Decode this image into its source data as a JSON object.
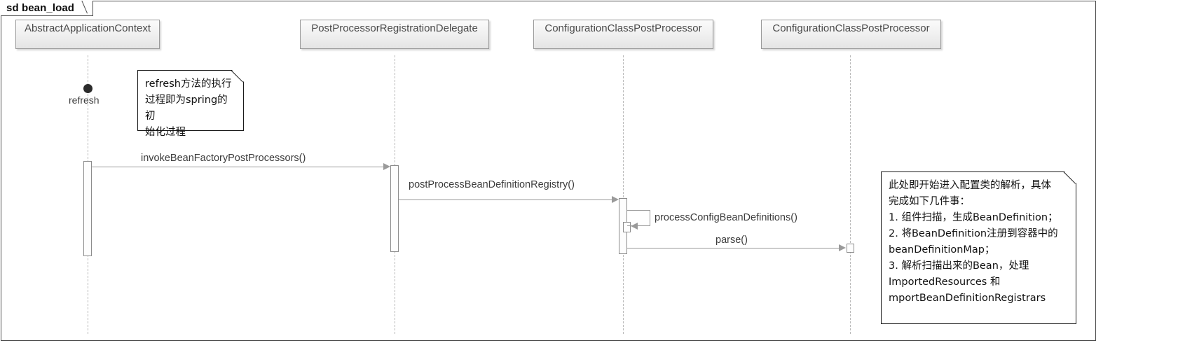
{
  "diagram": {
    "type": "uml-sequence-diagram",
    "frame_label": "sd bean_load",
    "background_color": "#ffffff",
    "participant_fill": "#efefef",
    "participant_border": "#9a9a9a",
    "lifeline_color": "#b9b9b9",
    "message_color": "#9a9a9a",
    "note_border": "#1a1a1a"
  },
  "participants": [
    {
      "id": "p1",
      "name": "AbstractApplicationContext"
    },
    {
      "id": "p2",
      "name": "PostProcessorRegistrationDelegate"
    },
    {
      "id": "p3",
      "name": "ConfigurationClassPostProcessor"
    },
    {
      "id": "p4",
      "name": "ConfigurationClassPostProcessor"
    }
  ],
  "start": {
    "label": "refresh",
    "on": "p1"
  },
  "messages": [
    {
      "id": "m1",
      "label": "invokeBeanFactoryPostProcessors()",
      "from": "p1",
      "to": "p2",
      "kind": "sync-call",
      "direction": "right"
    },
    {
      "id": "m2",
      "label": "postProcessBeanDefinitionRegistry()",
      "from": "p2",
      "to": "p3",
      "kind": "sync-call",
      "direction": "right"
    },
    {
      "id": "m3",
      "label": "processConfigBeanDefinitions()",
      "from": "p3",
      "to": "p3",
      "kind": "self-call",
      "direction": "self"
    },
    {
      "id": "m4",
      "label": "parse()",
      "from": "p3",
      "to": "p4",
      "kind": "sync-call",
      "direction": "right"
    }
  ],
  "notes": [
    {
      "id": "note-refresh",
      "anchor": "p1",
      "text": "refresh方法的执行\n过程即为spring的初\n始化过程"
    },
    {
      "id": "note-parse",
      "anchor": "p4",
      "text": "此处即开始进入配置类的解析，具体\n完成如下几件事：\n1. 组件扫描，生成BeanDefinition；\n2. 将BeanDefinition注册到容器中的\nbeanDefinitionMap；\n3. 解析扫描出来的Bean，处理\nImportedResources 和\nmportBeanDefinitionRegistrars"
    }
  ]
}
